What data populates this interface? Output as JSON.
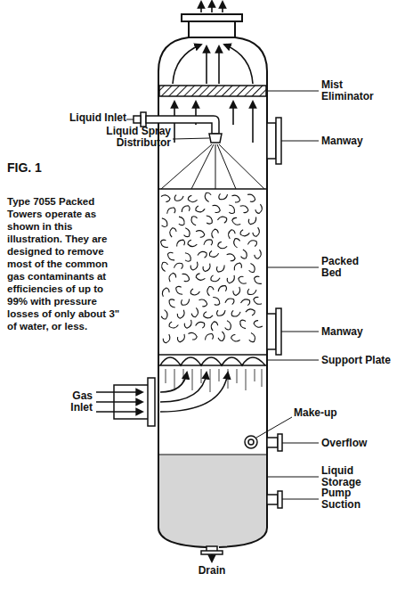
{
  "diagram": {
    "title": "FIG. 1",
    "caption": "Type 7055 Packed Towers operate as shown in this illustration. They are designed to remove most of the common gas contaminants at efficiencies of up to 99% with pressure losses of only about 3\" of water, or less.",
    "labels": [
      "Mist Eliminator",
      "Liquid Inlet",
      "Liquid Spray Distributor",
      "Manway",
      "Packed Bed",
      "Manway",
      "Support Plate",
      "Gas Inlet",
      "Make-up",
      "Overflow",
      "Liquid Storage",
      "Pump Suction",
      "Drain"
    ]
  }
}
